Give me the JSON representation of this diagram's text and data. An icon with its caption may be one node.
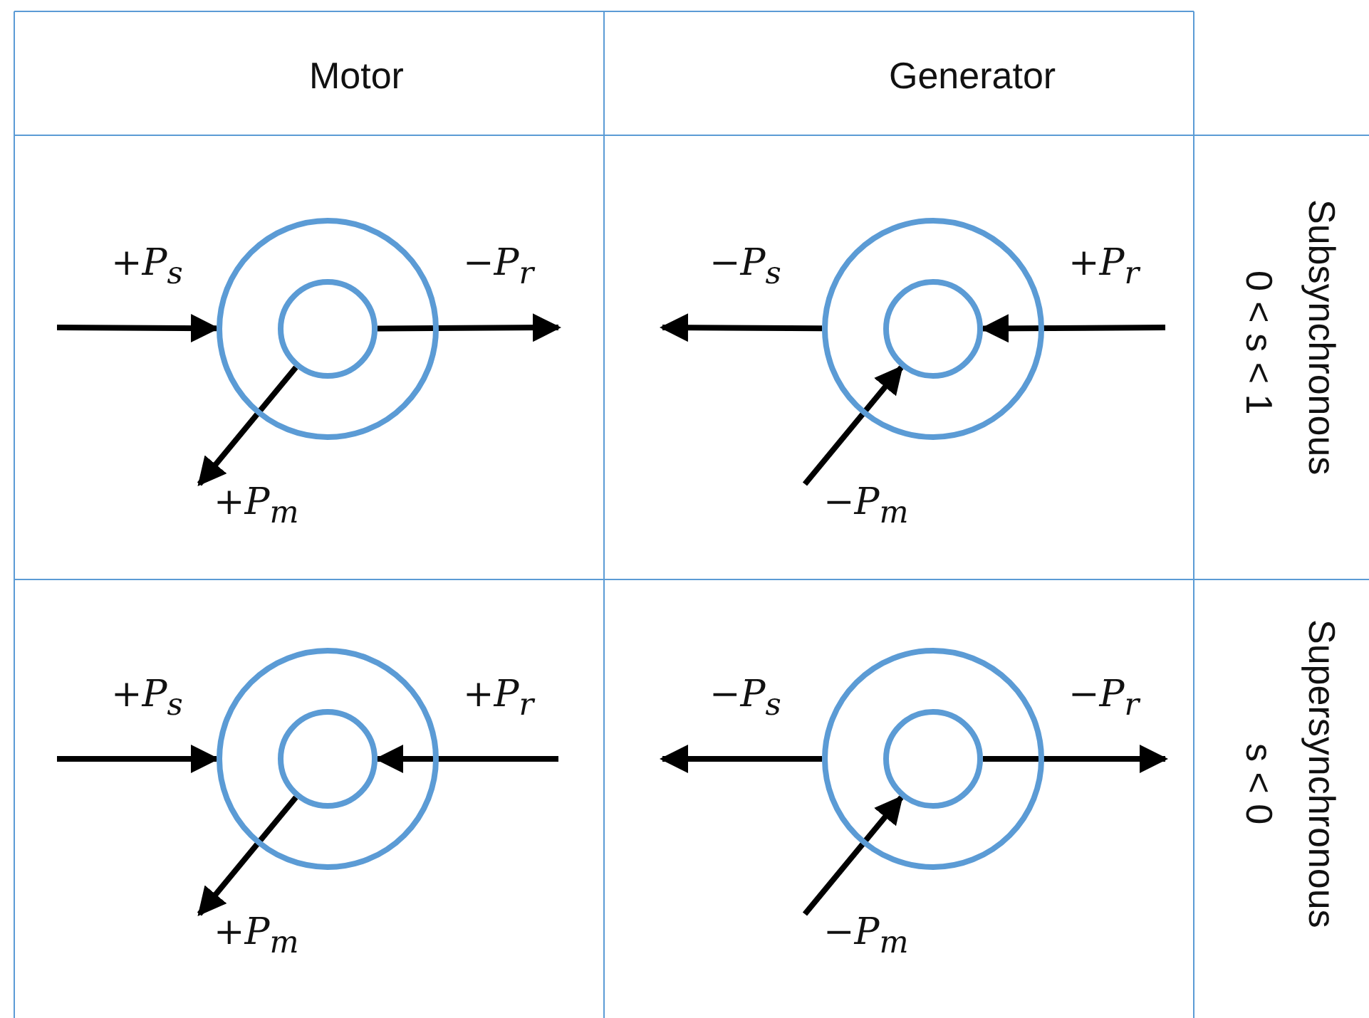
{
  "diagram": {
    "nodes": [
      {
        "text": [],
        "shape": "circle"
      },
      {
        "text": [],
        "shape": "circle",
        "in": 0
      },
      {
        "text": [],
        "shape": "circle"
      },
      {
        "text": [],
        "shape": "circle",
        "in": 2
      },
      {
        "text": [],
        "shape": "circle"
      },
      {
        "text": [],
        "shape": "circle",
        "in": 4
      },
      {
        "text": [],
        "shape": "circle"
      },
      {
        "text": [],
        "shape": "circle",
        "in": 6
      }
    ],
    "edges": [
      {
        "from": null,
        "to": 0,
        "arrow": "to",
        "label": "+P$_{s}$"
      },
      {
        "from": 1,
        "to": null,
        "arrow": "to",
        "label": "−P$_{r}$"
      },
      {
        "from": 1,
        "to": null,
        "arrow": "to",
        "label": "+P$_{m}$"
      },
      {
        "from": 2,
        "to": null,
        "arrow": "to",
        "label": "−P$_{s}$"
      },
      {
        "from": null,
        "to": 3,
        "arrow": "to",
        "label": "+P$_{r}$"
      },
      {
        "from": null,
        "to": 3,
        "arrow": "to",
        "label": "−P$_{m}$"
      },
      {
        "from": null,
        "to": 4,
        "arrow": "to",
        "label": "+P$_{s}$"
      },
      {
        "from": null,
        "to": 5,
        "arrow": "to",
        "label": "+P$_{r}$"
      },
      {
        "from": 5,
        "to": null,
        "arrow": "to",
        "label": "+P$_{m}$"
      },
      {
        "from": 6,
        "to": null,
        "arrow": "to",
        "label": "−P$_{s}$"
      },
      {
        "from": 7,
        "to": null,
        "arrow": "to",
        "label": "−P$_{r}$"
      },
      {
        "from": null,
        "to": 7,
        "arrow": "to",
        "label": "−P$_{m}$"
      }
    ],
    "labels": [
      "Motor",
      "Generator",
      "Subsynchronous",
      "0 < s < 1",
      "Supersynchronous",
      "s < 0"
    ]
  }
}
